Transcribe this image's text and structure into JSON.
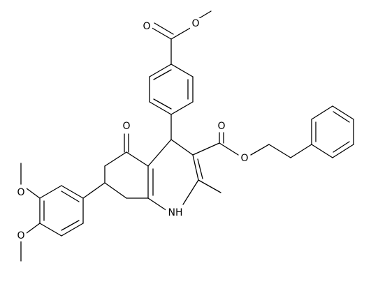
{
  "atoms": {
    "o_ester1_carbonyl": "O",
    "o_ester1_ether": "O",
    "o_ketone": "O",
    "o_ester2_carbonyl": "O",
    "o_ester2_ether": "O",
    "nh": "NH",
    "o_methoxy_upper": "O",
    "o_methoxy_lower": "O"
  },
  "colors": {
    "bond": "#000000",
    "background": "#ffffff",
    "label": "#000000"
  }
}
